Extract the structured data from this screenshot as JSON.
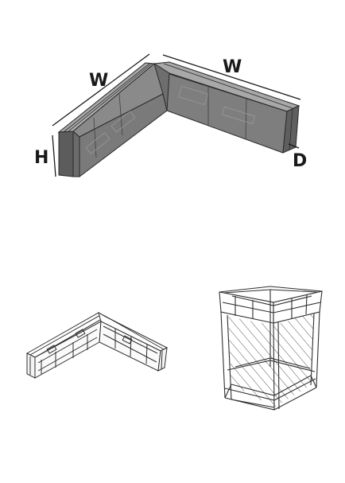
{
  "dimensions": {
    "width_left": "W",
    "width_right": "W",
    "height": "H",
    "depth": "D"
  },
  "colors": {
    "block_fill": "#7d7d7d",
    "block_top": "#a9a9a9",
    "block_dark": "#5f5f5f",
    "line": "#2a2a2a",
    "wire": "#3a3a3a"
  },
  "figures": [
    {
      "name": "dimensioned-l-corner-block",
      "icon": "l-corner-block-icon"
    },
    {
      "name": "l-corner-wireframe",
      "icon": "l-corner-wireframe-icon"
    },
    {
      "name": "box-enclosure-wireframe",
      "icon": "box-enclosure-icon"
    }
  ]
}
